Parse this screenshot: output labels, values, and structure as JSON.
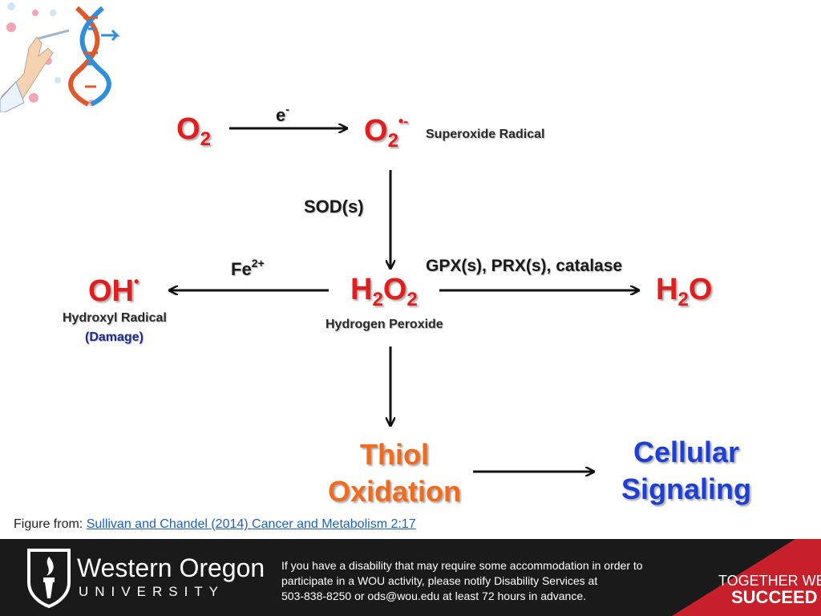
{
  "diagram": {
    "o2_base": "O",
    "o2_sub": "2",
    "electron_base": "e",
    "electron_sup": "-",
    "superoxide_base": "O",
    "superoxide_sub": "2",
    "superoxide_sup": "•-",
    "superoxide_label": "Superoxide Radical",
    "sod_label": "SOD(s)",
    "fe_base": "Fe",
    "fe_sup": "2+",
    "enzymes_label": "GPX(s), PRX(s), catalase",
    "oh_base": "OH",
    "oh_dot": "•",
    "hydroxyl_label": "Hydroxyl Radical",
    "damage_label": "(Damage)",
    "h2o2_h": "H",
    "h2o2_sub1": "2",
    "h2o2_o": "O",
    "h2o2_sub2": "2",
    "h2o2_label": "Hydrogen Peroxide",
    "h2o_h": "H",
    "h2o_sub": "2",
    "h2o_o": "O",
    "thiol_line1": "Thiol",
    "thiol_line2": "Oxidation",
    "signal_line1": "Cellular",
    "signal_line2": "Signaling"
  },
  "caption": {
    "prefix": "Figure from: ",
    "link_text": "Sullivan and Chandel (2014) Cancer and Metabolism 2:17"
  },
  "footer": {
    "university_name": "Western Oregon",
    "university_sub": "UNIVERSITY",
    "notice_line1": "If you have a disability that may require some accommodation in order to",
    "notice_line2": "participate in a WOU activity, please notify Disability Services at",
    "notice_line3": "503-838-8250 or ods@wou.edu at least 72 hours in advance.",
    "slogan_line1": "TOGETHER WE",
    "slogan_line2": "SUCCEED"
  },
  "colors": {
    "species_red": "#e21d1d",
    "thiol_orange": "#f26a1b",
    "signaling_blue": "#1d3fd3",
    "footer_bg": "#1a1a1a",
    "footer_accent": "#c8202b",
    "link_blue": "#1f5fbf"
  },
  "icons": {
    "top_left": "dna-scientist-icon",
    "footer_logo": "wou-torch-logo-icon"
  }
}
